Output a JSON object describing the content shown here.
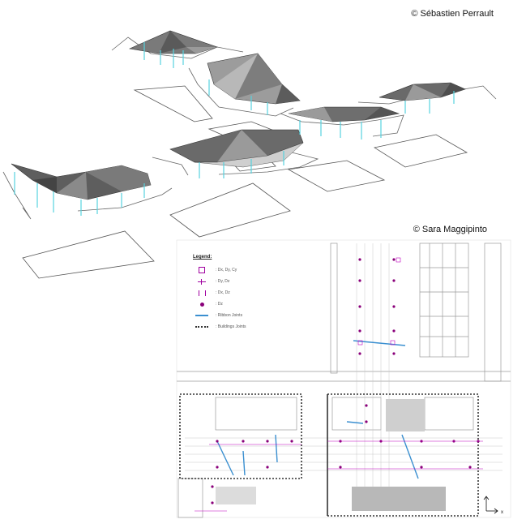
{
  "credits": {
    "top": "© Sébastien Perrault",
    "middle": "© Sara Maggipinto"
  },
  "legend": {
    "title": "Legend:",
    "items": [
      {
        "symbol": "box",
        "label": ": Dx, Dy, Cy"
      },
      {
        "symbol": "cross",
        "label": ": Dy, Dz"
      },
      {
        "symbol": "bracket",
        "label": ": Dx, Dz"
      },
      {
        "symbol": "dot",
        "label": ": Dz"
      },
      {
        "symbol": "blue-line",
        "label": ": Ribbon Joints"
      },
      {
        "symbol": "dashed-line",
        "label": ": Buildings Joints"
      }
    ]
  },
  "colors": {
    "roof_dark": "#5a5a5a",
    "roof_mid": "#8c8c8c",
    "roof_light": "#b4b4b4",
    "column_cyan": "#56d3de",
    "support_magenta": "#c000c0",
    "ribbon_blue": "#3a8fd0",
    "plan_line": "#9a9a9a"
  },
  "axis_arrow_label": "x"
}
